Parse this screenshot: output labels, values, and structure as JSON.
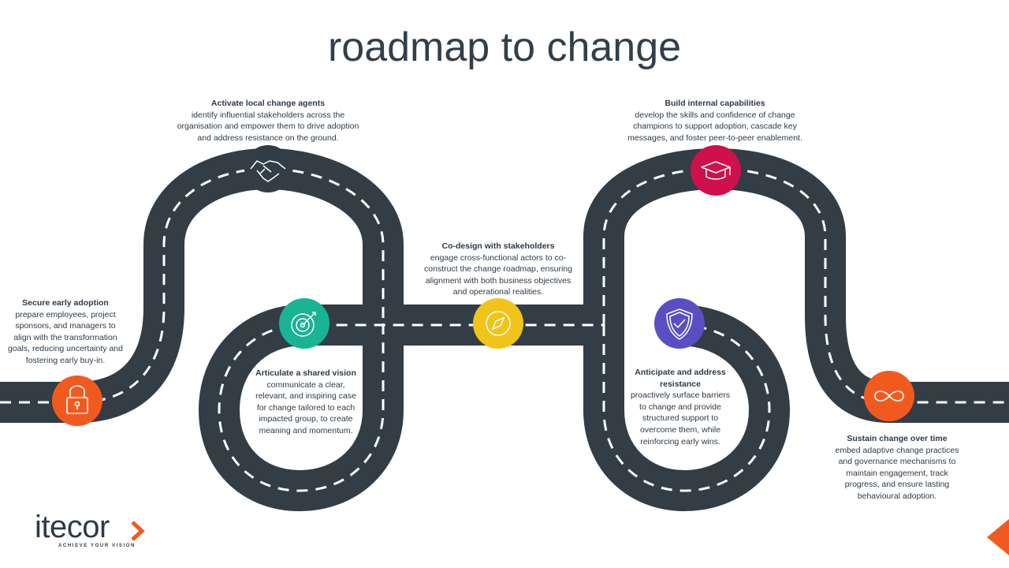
{
  "title": "roadmap to change",
  "colors": {
    "road": "#323d46",
    "dash": "#ffffff",
    "orange": "#f15a1f",
    "teal": "#1ab394",
    "yellow": "#f0c419",
    "purple": "#5a4fc2",
    "crimson": "#d0104c"
  },
  "steps": [
    {
      "title": "Secure early adoption",
      "desc": "prepare employees, project sponsors, and managers to align with the transformation goals, reducing uncertainty and fostering early buy-in.",
      "icon": "lock-icon",
      "color": "#f15a1f"
    },
    {
      "title": "Activate local change agents",
      "desc": "identify influential stakeholders across the organisation and empower them to drive adoption and address resistance on the ground.",
      "icon": "handshake-icon",
      "color": "#323d46"
    },
    {
      "title": "Articulate a shared vision",
      "desc": "communicate a clear, relevant, and inspiring case for change tailored to each impacted group, to create meaning and momentum.",
      "icon": "target-icon",
      "color": "#1ab394"
    },
    {
      "title": "Co-design with stakeholders",
      "desc": "engage cross-functional actors to co-construct the change roadmap, ensuring alignment with both business objectives and operational realities.",
      "icon": "compass-icon",
      "color": "#f0c419"
    },
    {
      "title": "Anticipate and address resistance",
      "desc": "proactively surface barriers to change and provide structured support to overcome them, while reinforcing early wins.",
      "icon": "shield-check-icon",
      "color": "#5a4fc2"
    },
    {
      "title": "Build internal capabilities",
      "desc": "develop the skills and confidence of change champions to support adoption, cascade key messages, and foster peer-to-peer enablement.",
      "icon": "graduation-cap-icon",
      "color": "#d0104c"
    },
    {
      "title": "Sustain change over time",
      "desc": "embed adaptive change practices and governance mechanisms to maintain engagement, track progress, and ensure lasting behavioural adoption.",
      "icon": "infinity-icon",
      "color": "#f15a1f"
    }
  ],
  "logo": {
    "word": "itecor",
    "tagline": "ACHIEVE YOUR VISION"
  }
}
